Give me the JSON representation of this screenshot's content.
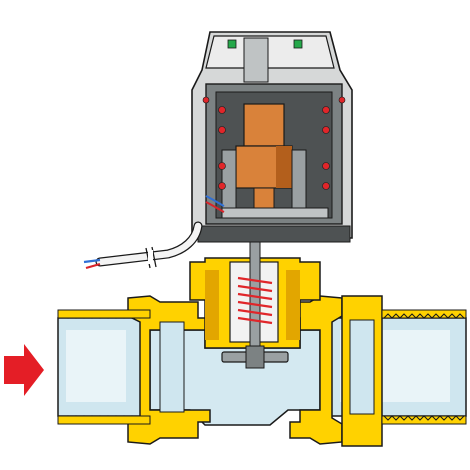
{
  "diagram": {
    "kind": "cross-section",
    "subject": "valve",
    "colors": {
      "background": "#ffffff",
      "actuator_housing": "#d6d8d8",
      "actuator_inner": "#4e5253",
      "actuator_fill": "#7c8283",
      "coil_core": "#d9823a",
      "coil_core_dark": "#b35f1c",
      "spring_dots": "#e0262a",
      "led_green": "#25a84a",
      "brass": "#ffd200",
      "brass_dark": "#e2a600",
      "pipe_glass": "#cfe6ef",
      "pipe_glass_light": "#e9f4f8",
      "valve_disc": "#9aa0a2",
      "cable_sheath": "#f4f4f4",
      "wire_blue": "#2f6fd6",
      "wire_red": "#d8232a",
      "flow_arrow": "#e41e26",
      "outline": "#1a1a1a"
    },
    "flow_arrow": {
      "icon": "arrow-right-icon",
      "direction": "right"
    }
  }
}
